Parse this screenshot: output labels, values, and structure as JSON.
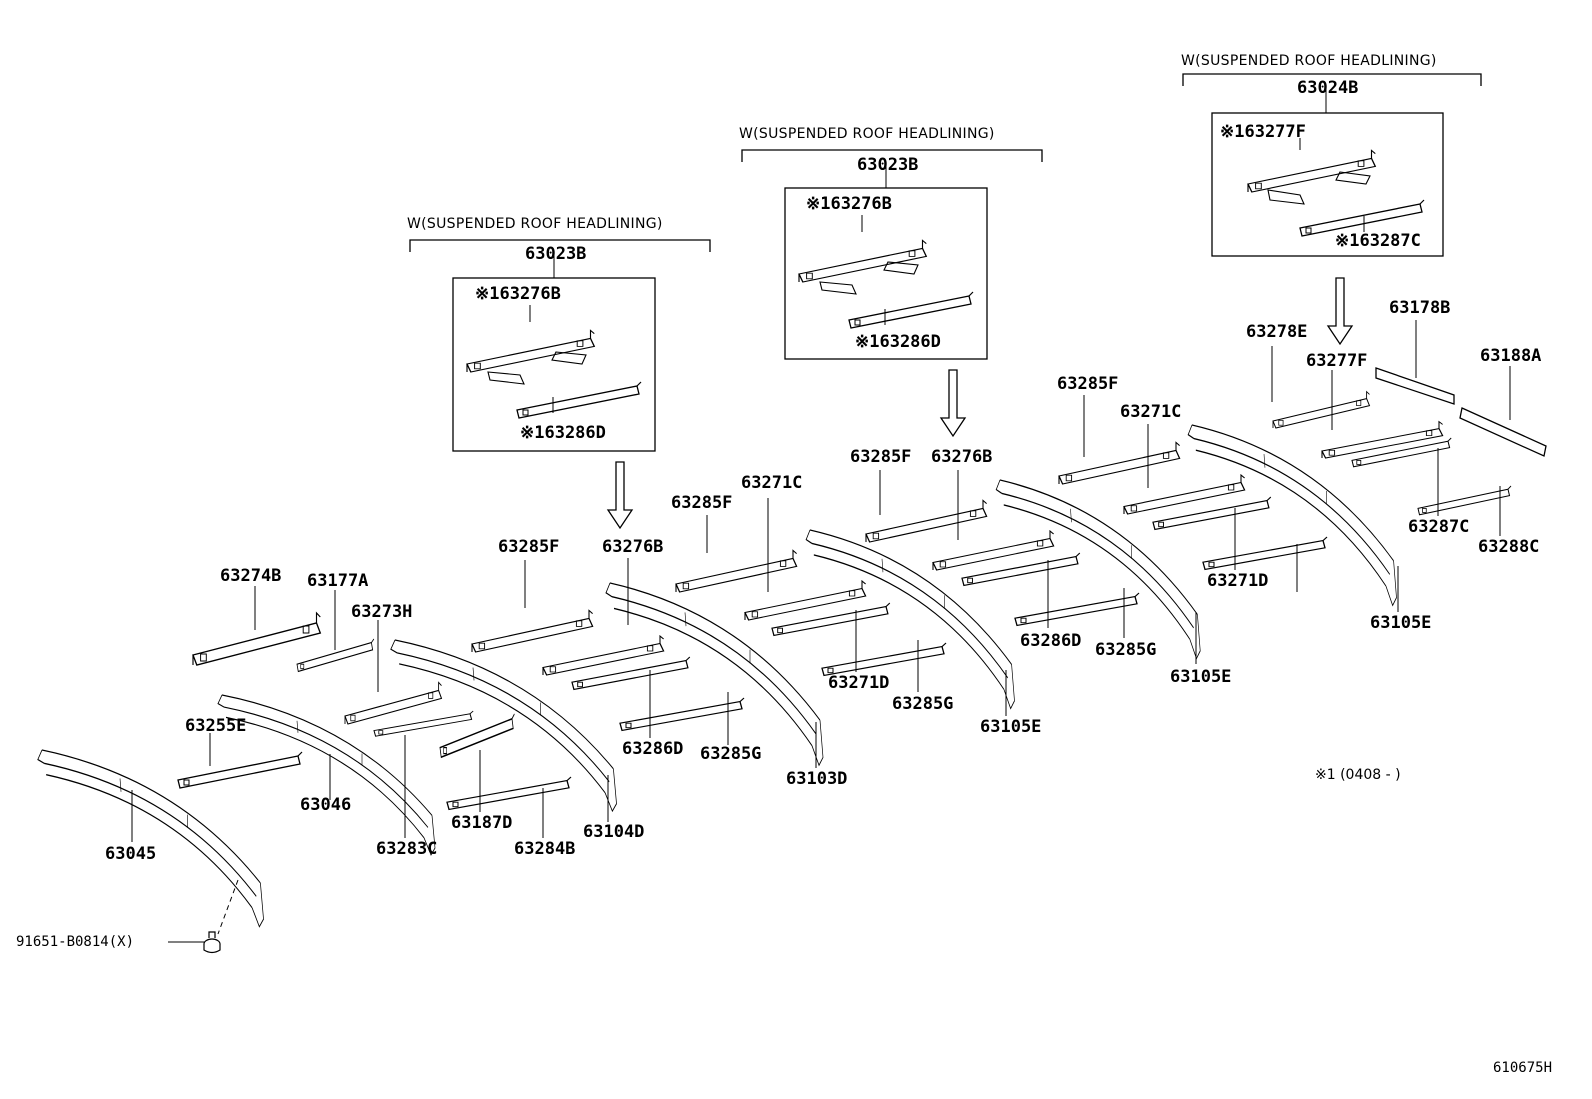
{
  "headers": [
    "W(SUSPENDED ROOF HEADLINING)",
    "W(SUSPENDED ROOF HEADLINING)",
    "W(SUSPENDED ROOF HEADLINING)"
  ],
  "labels": [
    "63023B",
    "※163276B",
    "※163286D",
    "63023B",
    "※163276B",
    "※163286D",
    "63024B",
    "※163277F",
    "※163287C",
    "63274B",
    "63177A",
    "63273H",
    "63255E",
    "63046",
    "63045",
    "63283C",
    "63187D",
    "63284B",
    "63285F",
    "63276B",
    "63286D",
    "63285G",
    "63104D",
    "63285F",
    "63271C",
    "63271D",
    "63103D",
    "63285F",
    "63276B",
    "63286D",
    "63285G",
    "63105E",
    "63285F",
    "63271C",
    "63271D",
    "63285G",
    "63105E",
    "63278E",
    "63277F",
    "63178B",
    "63188A",
    "63287C",
    "63288C",
    "63105E"
  ],
  "bolt_label": "91651-B0814(X)",
  "footnote": "※1 (0408 -     )",
  "diagram_code": "610675H",
  "line_color": "#000000"
}
